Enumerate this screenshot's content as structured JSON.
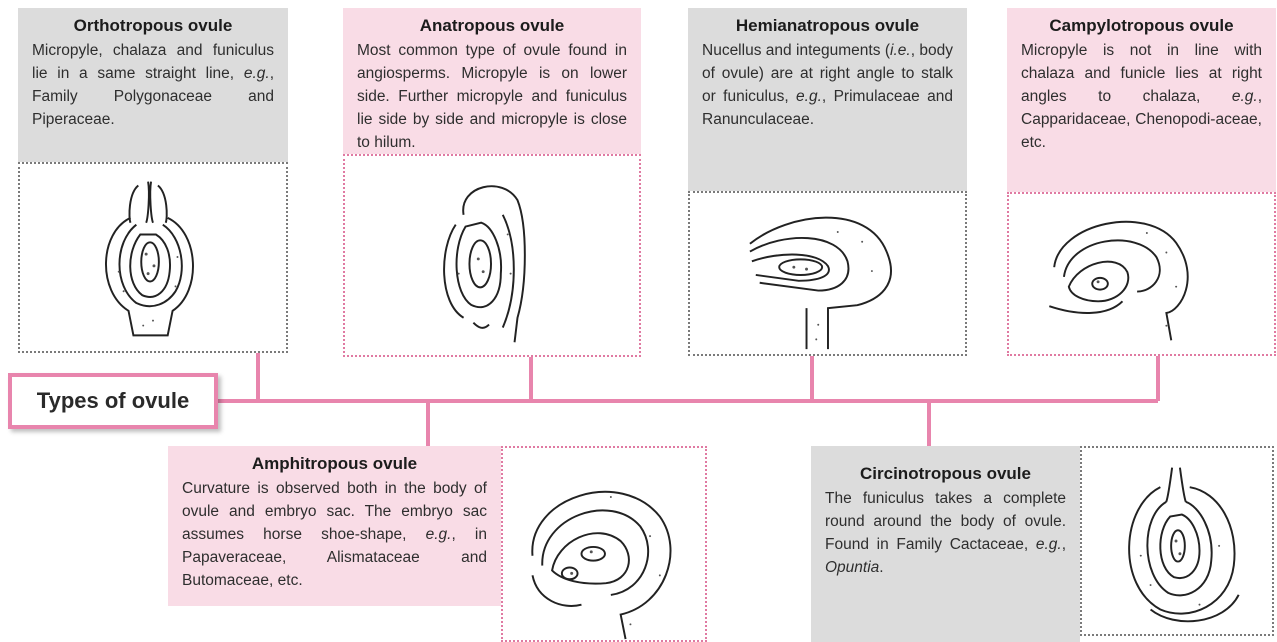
{
  "root": {
    "label": "Types of ovule"
  },
  "ovules": [
    {
      "title": "Orthotropous ovule",
      "desc": [
        "Micropyle, chalaza and funiculus lie in a same straight line, ",
        "e.g.",
        ", Family Polygonaceae and Piperaceae."
      ]
    },
    {
      "title": "Anatropous ovule",
      "desc": [
        "Most common type of ovule found in angiosperms. Micropyle is on lower side. Further micropyle and funiculus lie side by side and micropyle is close to hilum.",
        "",
        ""
      ]
    },
    {
      "title": "Hemianatropous ovule",
      "desc": [
        "Nucellus and integuments (",
        "i.e.",
        ", body of ovule) are at right angle to stalk or funiculus, ",
        "e.g.",
        ", Primulaceae and Ranunculaceae."
      ]
    },
    {
      "title": "Campylotropous ovule",
      "desc": [
        "Micropyle is not in line with chalaza and funicle lies at right angles to chalaza, ",
        "e.g.",
        ", Capparidaceae, Chenopodi-aceae, etc."
      ]
    },
    {
      "title": "Amphitropous ovule",
      "desc": [
        "Curvature is observed both in the body of ovule and embryo sac. The embryo sac assumes horse shoe-shape, ",
        "e.g.",
        ", in Papaveraceae, Alismataceae and Butomaceae, etc."
      ]
    },
    {
      "title": "Circinotropous ovule",
      "desc": [
        "The funiculus takes a complete round around the body of ovule. Found in Family Cactaceae, ",
        "e.g.",
        ", ",
        "Opuntia",
        "."
      ]
    }
  ],
  "colors": {
    "connector": "#e885ad",
    "grey_card": "#dcdcdc",
    "pink_card": "#f9dce6"
  }
}
